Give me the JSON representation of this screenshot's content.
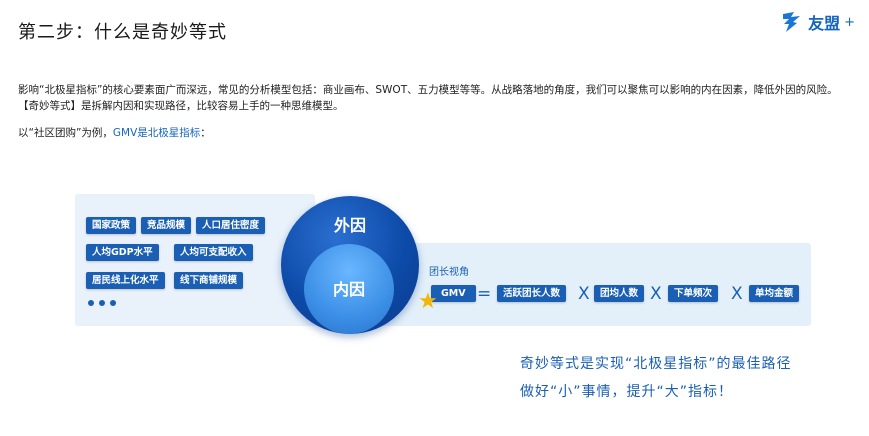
{
  "header": {
    "title": "第二步：什么是奇妙等式",
    "brand": "友盟",
    "brand_plus": "+"
  },
  "intro": {
    "paragraph": "影响“北极星指标”的核心要素面广而深远，常见的分析模型包括：商业画布、SWOT、五力模型等等。从战略落地的角度，我们可以聚焦可以影响的内在因素，降低外因的风险。【奇妙等式】是拆解内因和实现路径，比较容易上手的一种思维模型。",
    "example_prefix": "以“社区团购”为例，",
    "example_highlight": "GMV是北极星指标",
    "example_suffix": "："
  },
  "external_factors": {
    "tags": [
      "国家政策",
      "竞品规模",
      "人口居住密度",
      "人均GDP水平",
      "人均可支配收入",
      "居民线上化水平",
      "线下商铺规模"
    ]
  },
  "circles": {
    "outer_label": "外因",
    "inner_label": "内因"
  },
  "equation": {
    "viewpoint_label": "团长视角",
    "result": "GMV",
    "equals": "=",
    "factors": [
      "活跃团长人数",
      "团均人数",
      "下单频次",
      "单均金额"
    ],
    "times": "X"
  },
  "slogan": {
    "line1": "奇妙等式是实现“北极星指标”的最佳路径",
    "line2": "做好“小”事情，提升“大”指标！"
  },
  "colors": {
    "brand_blue": "#1a5fb4",
    "star": "#f2b705"
  },
  "icons": {
    "logo": "umeng-logo-icon",
    "star": "star-icon",
    "more": "more-dots-icon"
  }
}
